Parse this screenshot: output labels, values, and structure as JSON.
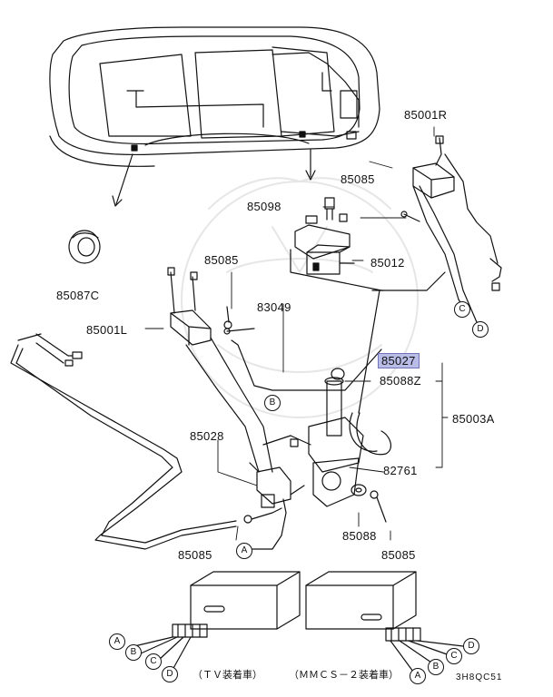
{
  "parts": {
    "p85001R": "85001R",
    "p85085_top": "85085",
    "p85098": "85098",
    "p85012": "85012",
    "p85085_mid": "85085",
    "p83049": "83049",
    "p85087C": "85087C",
    "p85001L": "85001L",
    "p85027": "85027",
    "p85088Z": "85088Z",
    "p85003A": "85003A",
    "p85028": "85028",
    "p82761": "82761",
    "p85088": "85088",
    "p85085_bot_right": "85085",
    "p85085_bot_left": "85085"
  },
  "connectors": {
    "A": "A",
    "B": "B",
    "C": "C",
    "D": "D"
  },
  "captions": {
    "tv": "（ＴＶ装着車）",
    "mmcs": "（ＭＭＣＳ－２装着車）"
  },
  "diagram_code": "3H8QC51",
  "colors": {
    "line": "#111111",
    "highlight": "#b9bce6"
  }
}
